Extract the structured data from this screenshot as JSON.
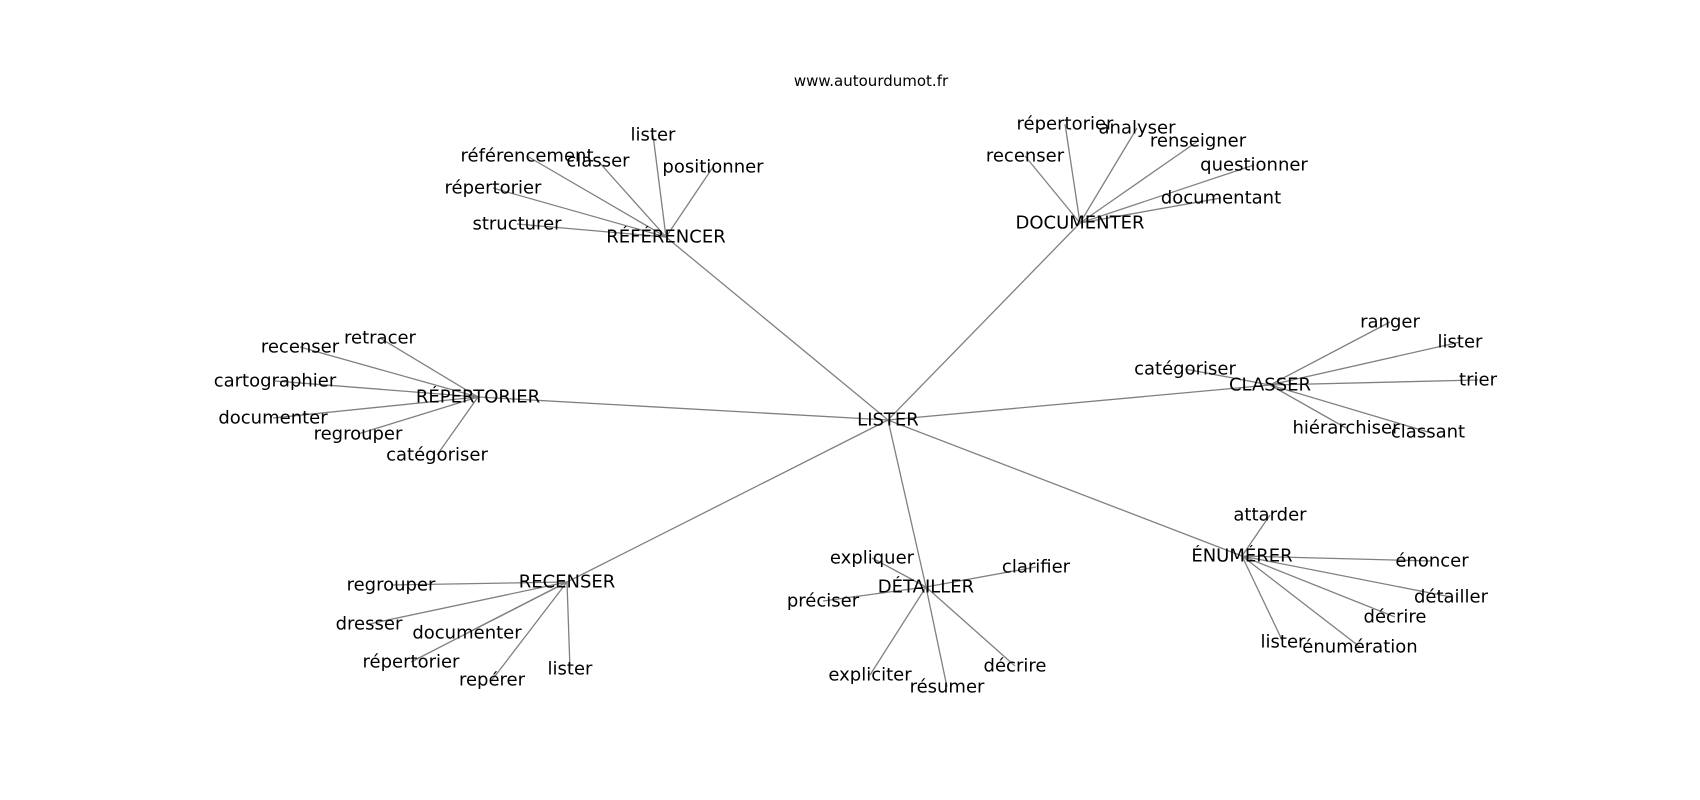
{
  "site_label": "www.autourdumot.fr",
  "colors": {
    "edge": "#808080",
    "text": "#000000",
    "background": "#ffffff"
  },
  "graph": {
    "root": "LISTER",
    "clusters": [
      {
        "label": "RÉFÉRENCER",
        "leaves": [
          "lister",
          "classer",
          "référencement",
          "positionner",
          "répertorier",
          "structurer"
        ]
      },
      {
        "label": "DOCUMENTER",
        "leaves": [
          "répertorier",
          "analyser",
          "recenser",
          "renseigner",
          "questionner",
          "documentant"
        ]
      },
      {
        "label": "RÉPERTORIER",
        "leaves": [
          "retracer",
          "recenser",
          "cartographier",
          "documenter",
          "regrouper",
          "catégoriser"
        ]
      },
      {
        "label": "CLASSER",
        "leaves": [
          "ranger",
          "lister",
          "catégoriser",
          "trier",
          "hiérarchiser",
          "classant"
        ]
      },
      {
        "label": "RECENSER",
        "leaves": [
          "regrouper",
          "dresser",
          "documenter",
          "répertorier",
          "repérer",
          "lister"
        ]
      },
      {
        "label": "DÉTAILLER",
        "leaves": [
          "expliquer",
          "clarifier",
          "préciser",
          "expliciter",
          "résumer",
          "décrire"
        ]
      },
      {
        "label": "ÉNUMÉRER",
        "leaves": [
          "attarder",
          "énoncer",
          "détailler",
          "décrire",
          "lister",
          "énumération"
        ]
      }
    ]
  }
}
